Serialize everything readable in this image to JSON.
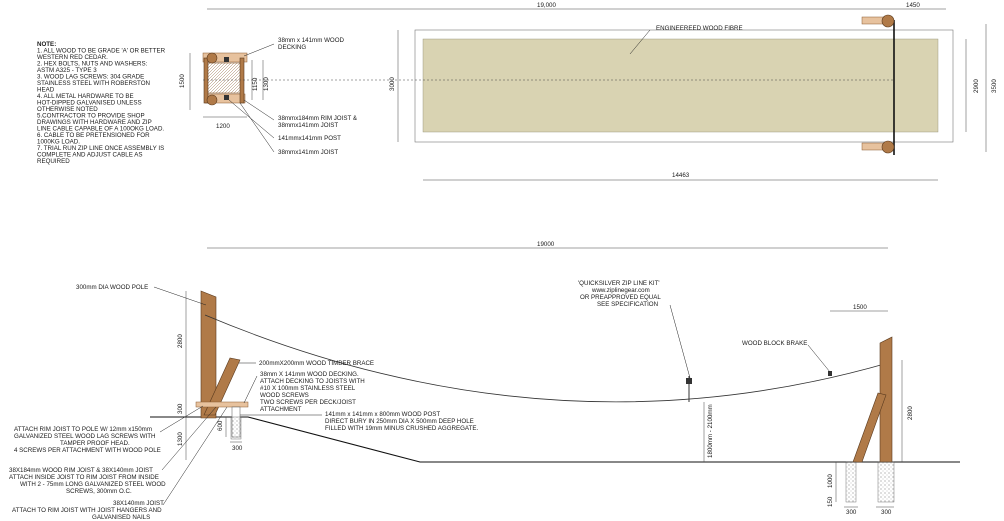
{
  "notes": {
    "heading": "NOTE:",
    "lines": [
      "1. ALL WOOD TO BE GRADE 'A' OR BETTER",
      "WESTERN RED CEDAR.",
      "2. HEX BOLTS, NUTS AND WASHERS:",
      "ASTM A325 - TYPE 3",
      "3. WOOD LAG SCREWS: 304 GRADE",
      "STAINLESS STEEL WITH ROBERSTON",
      "HEAD",
      "4. ALL METAL HARDWARE TO BE",
      "HOT-DIPPED GALVANISED UNLESS",
      "OTHERWISE NOTED",
      "5.CONTRACTOR TO PROVIDE SHOP",
      "DRAWINGS WITH  HARDWARE AND ZIP",
      "LINE CABLE CAPABLE OF A 100OKG LOAD.",
      "6. CABLE TO BE PRETENSIONED FOR",
      "1000KG LOAD.",
      "7. TRIAL RUN ZIP LINE ONCE ASSEMBLY IS",
      "COMPLETE AND ADJUST CABLE AS",
      "REQUIRED"
    ]
  },
  "platform_plan": {
    "dims": {
      "depth": "1500",
      "inner": "1150",
      "inner2": "1300",
      "width": "1200"
    },
    "labels": {
      "decking": [
        "38mm x 141mm WOOD",
        "DECKING"
      ],
      "rim_joist": [
        "38mmx184mm RIM JOIST &",
        "38mmx141mm JOIST"
      ],
      "post": "141mmx141mm  POST",
      "joist": "38mmx141mm JOIST"
    }
  },
  "plan_view": {
    "dims": {
      "overall": "19,000",
      "brake": "1450",
      "width": "3000",
      "inner_width": "2900",
      "outer_width": "3500",
      "fibre_length": "14463"
    },
    "label_fibre": "ENGINEEREED WOOD FIBRE"
  },
  "elevation": {
    "dims": {
      "span": "19000",
      "pole_height": "2800",
      "deck_height": "300",
      "depth": "1300",
      "post_depth": "600",
      "post_width": "300",
      "brake": "1500",
      "end_height": "2800",
      "clearance": "1800mm - 2100mm",
      "footing1": "1000",
      "footing2": "150",
      "footing_w1": "300",
      "footing_w2": "300"
    },
    "labels": {
      "pole": "300mm DIA WOOD POLE",
      "brace": "200mmX200mm WOOD TIMBER BRACE",
      "decking": [
        "38mm X 141mm WOOD DECKING.",
        "ATTACH DECKING TO JOISTS WITH",
        "#10 X 100mm STAINLESS STEEL",
        "WOOD SCREWS",
        "TWO SCREWS PER DECK/JOIST",
        "ATTACHMENT"
      ],
      "post": [
        "141mm x 141mm x 800mm WOOD POST",
        "DIRECT BURY IN 250mm DIA X 500mm DEEP HOLE",
        "FILLED WITH 19mm MINUS CRUSHED AGGREGATE."
      ],
      "rim_attach": [
        "ATTACH RIM JOIST TO POLE W/ 12mm x150mm",
        "GALVANIZED STEEL WOOD LAG SCREWS WITH",
        "TAMPER PROOF HEAD.",
        "4 SCREWS PER  ATTACHMENT WITH WOOD POLE"
      ],
      "rim_joist": [
        "38X184mm WOOD RIM JOIST & 38X140mm JOIST",
        "ATTACH INSIDE JOIST TO RIM JOIST FROM INSIDE",
        "WITH 2 - 75mm LONG GALVANIZED STEEL WOOD",
        "SCREWS, 300mm O.C."
      ],
      "joist": [
        "38X140mm JOIST",
        "ATTACH TO RIM JOIST WITH JOIST HANGERS AND",
        "GALVANISED NAILS"
      ],
      "kit": [
        "'QUICKSILVER ZIP LINE KIT'",
        "www.ziplinegear.com",
        "OR PREAPPROVED EQUAL",
        "SEE SPECIFICATION"
      ],
      "brake_label": "WOOD BLOCK BRAKE"
    }
  },
  "colors": {
    "wood": "#b07a48",
    "fibre": "#d9d3b2"
  }
}
